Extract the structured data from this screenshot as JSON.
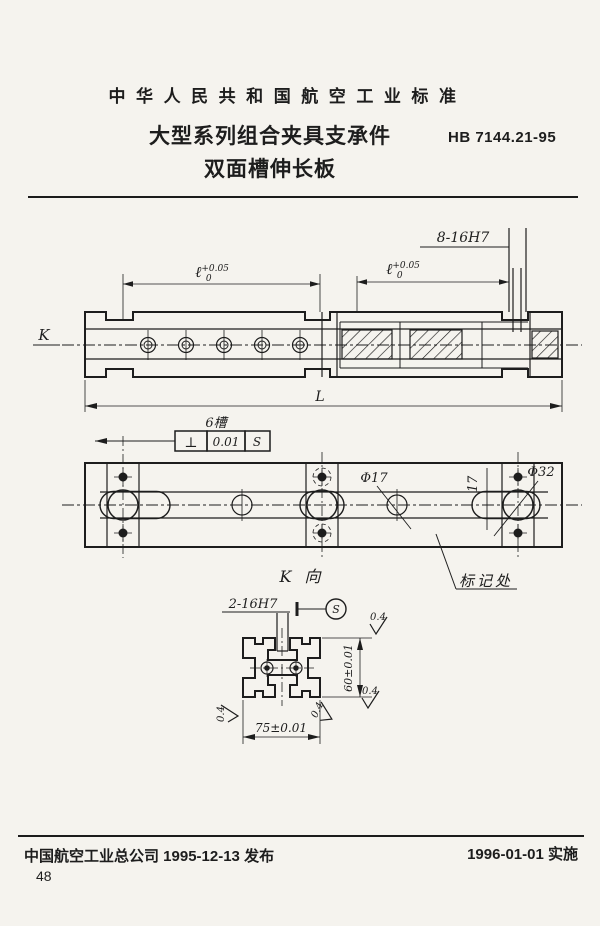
{
  "header": {
    "title": "中华人民共和国航空工业标准",
    "subtitle_line1": "大型系列组合夹具支承件",
    "subtitle_line2": "双面槽伸长板",
    "standard_no": "HB 7144.21-95"
  },
  "side_view": {
    "holes_label": "8-16H7",
    "length_symbol": "ℓ",
    "length_tol_upper": "+0.05",
    "length_tol_lower": "0",
    "view_arrow_label": "K",
    "overall_length_label": "L"
  },
  "tolerance_frame": {
    "slots_label": "6槽",
    "symbol": "⊥",
    "value": "0.01",
    "datum": "S"
  },
  "plan_view": {
    "hole_dia_label": "Φ17",
    "spacing_label": "17",
    "end_dia_label": "Φ32",
    "view_label": "K 向",
    "marking_label": "标记处"
  },
  "section_view": {
    "holes_label": "2-16H7",
    "datum_label": "S",
    "height_dim": "60±0.01",
    "width_dim": "75±0.01",
    "roughness": "0.4"
  },
  "footer": {
    "issued": "中国航空工业总公司 1995-12-13 发布",
    "implemented": "1996-01-01 实施",
    "page_number": "48"
  }
}
